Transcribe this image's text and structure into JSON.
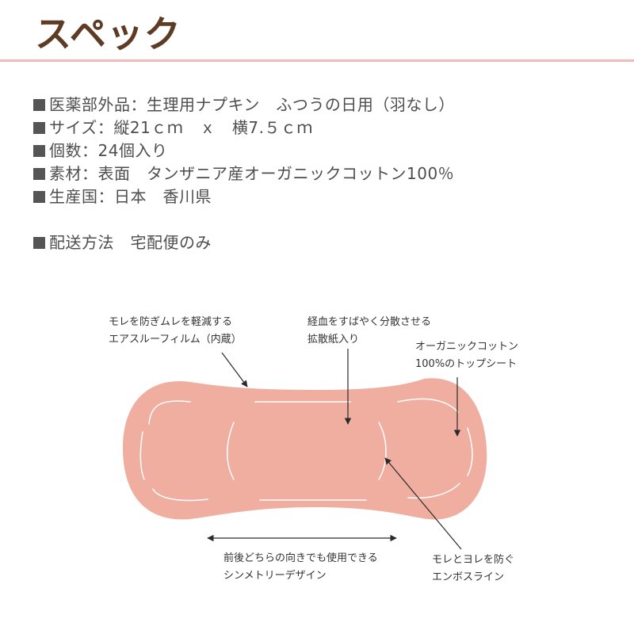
{
  "page": {
    "title": "スペック",
    "accent_color": "#f2b9b9",
    "title_color": "#5e3b25"
  },
  "specs": [
    "医薬部外品：生理用ナプキン　ふつうの日用（羽なし）",
    "サイズ：縦21ｃｍ　ｘ　横7.５ｃｍ",
    "個数：24個入り",
    "素材：表面　タンザニア産オーガニックコットン100％",
    "生産国：日本　香川県"
  ],
  "delivery": "配送方法　宅配便のみ",
  "diagram": {
    "pad_color": "#efae9f",
    "labels": {
      "air_film": [
        "モレを防ぎムレを軽減する",
        "エアスルーフィルム（内蔵）"
      ],
      "diffusion": [
        "経血をすばやく分散させる",
        "拡散紙入り"
      ],
      "topsheet": [
        "オーガニックコットン",
        "100%のトップシート"
      ],
      "symmetry": [
        "前後どちらの向きでも使用できる",
        "シンメトリーデザイン"
      ],
      "emboss": [
        "モレとヨレを防ぐ",
        "エンボスライン"
      ]
    }
  }
}
